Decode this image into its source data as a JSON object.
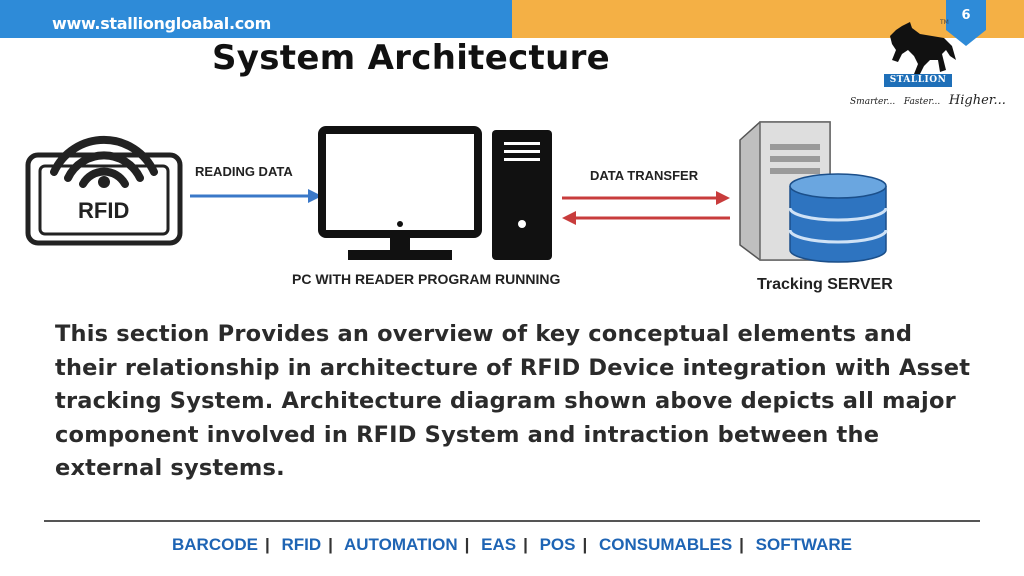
{
  "header": {
    "website": "www.stalliongloabal.com",
    "slide_number": "6",
    "tm_mark": "TM"
  },
  "title": "System Architecture",
  "logo": {
    "brand": "STALLION",
    "tagline": [
      "Smarter...",
      "Faster...",
      "Higher..."
    ]
  },
  "diagram": {
    "rfid_label": "RFID",
    "reading_data_label": "READING DATA",
    "pc_label": "PC WITH READER PROGRAM RUNNING",
    "data_transfer_label": "DATA TRANSFER",
    "server_label": "Tracking SERVER"
  },
  "description": "This section Provides an overview of key conceptual elements and their relationship in architecture of RFID Device integration with Asset tracking System. Architecture diagram shown above depicts all major component involved in RFID System and intraction between the external systems.",
  "footer": {
    "items": [
      "BARCODE",
      "RFID",
      "AUTOMATION",
      "EAS",
      "POS",
      "CONSUMABLES",
      "SOFTWARE"
    ]
  },
  "colors": {
    "header_blue": "#2e8bd8",
    "header_orange": "#f4b045",
    "footer_text": "#1e64b4",
    "arrow_blue": "#3a78c8",
    "arrow_red": "#c83c3c"
  }
}
